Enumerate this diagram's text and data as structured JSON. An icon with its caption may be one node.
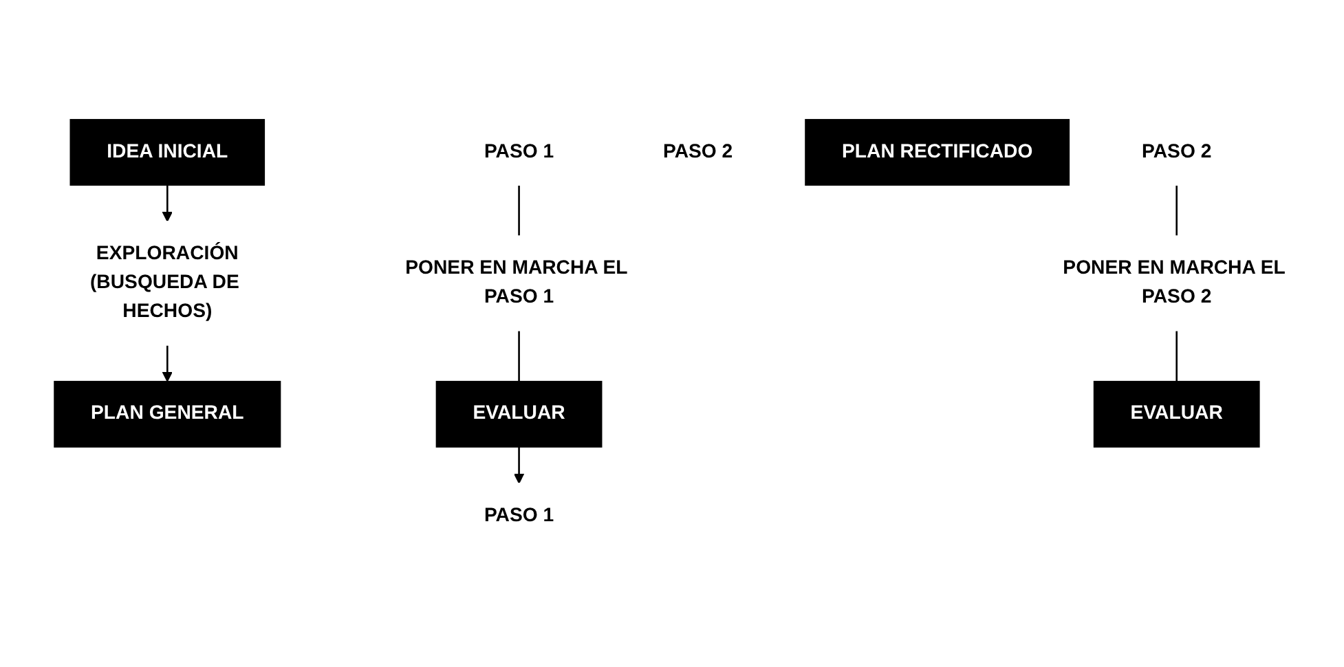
{
  "diagram": {
    "nodes": [
      {
        "text": [
          "IDEA INICIAL"
        ]
      },
      {
        "text": [
          "EXPLORACIÓN",
          "(BUSQUEDA DE HECHOS)"
        ]
      },
      {
        "text": [
          "PLAN GENERAL"
        ]
      },
      {
        "text": [
          "PASO 1"
        ]
      },
      {
        "text": [
          "PASO 2"
        ]
      },
      {
        "text": [
          "PONER EN MARCHA EL PASO 1"
        ]
      },
      {
        "text": [
          "EVALUAR"
        ]
      },
      {
        "text": [
          "PONER EN MARCHA EL PASO 2"
        ]
      },
      {
        "text": [
          "PLAN RECTIFICADO"
        ]
      },
      {
        "text": [
          "PASO 1"
        ]
      },
      {
        "text": [
          "PASO 2"
        ]
      },
      {
        "text": [
          "EVALUAR"
        ]
      }
    ],
    "edges": [
      {
        "from": 0,
        "to": 1,
        "arrow": "to"
      },
      {
        "from": 1,
        "to": 2,
        "arrow": "to"
      },
      {
        "from": 3,
        "to": 5,
        "arrow": "none"
      },
      {
        "from": 5,
        "to": 6,
        "arrow": "none"
      },
      {
        "from": 6,
        "to": 9,
        "arrow": "to"
      },
      {
        "from": 10,
        "to": 7,
        "arrow": "none"
      },
      {
        "from": 7,
        "to": 11,
        "arrow": "none"
      }
    ]
  }
}
